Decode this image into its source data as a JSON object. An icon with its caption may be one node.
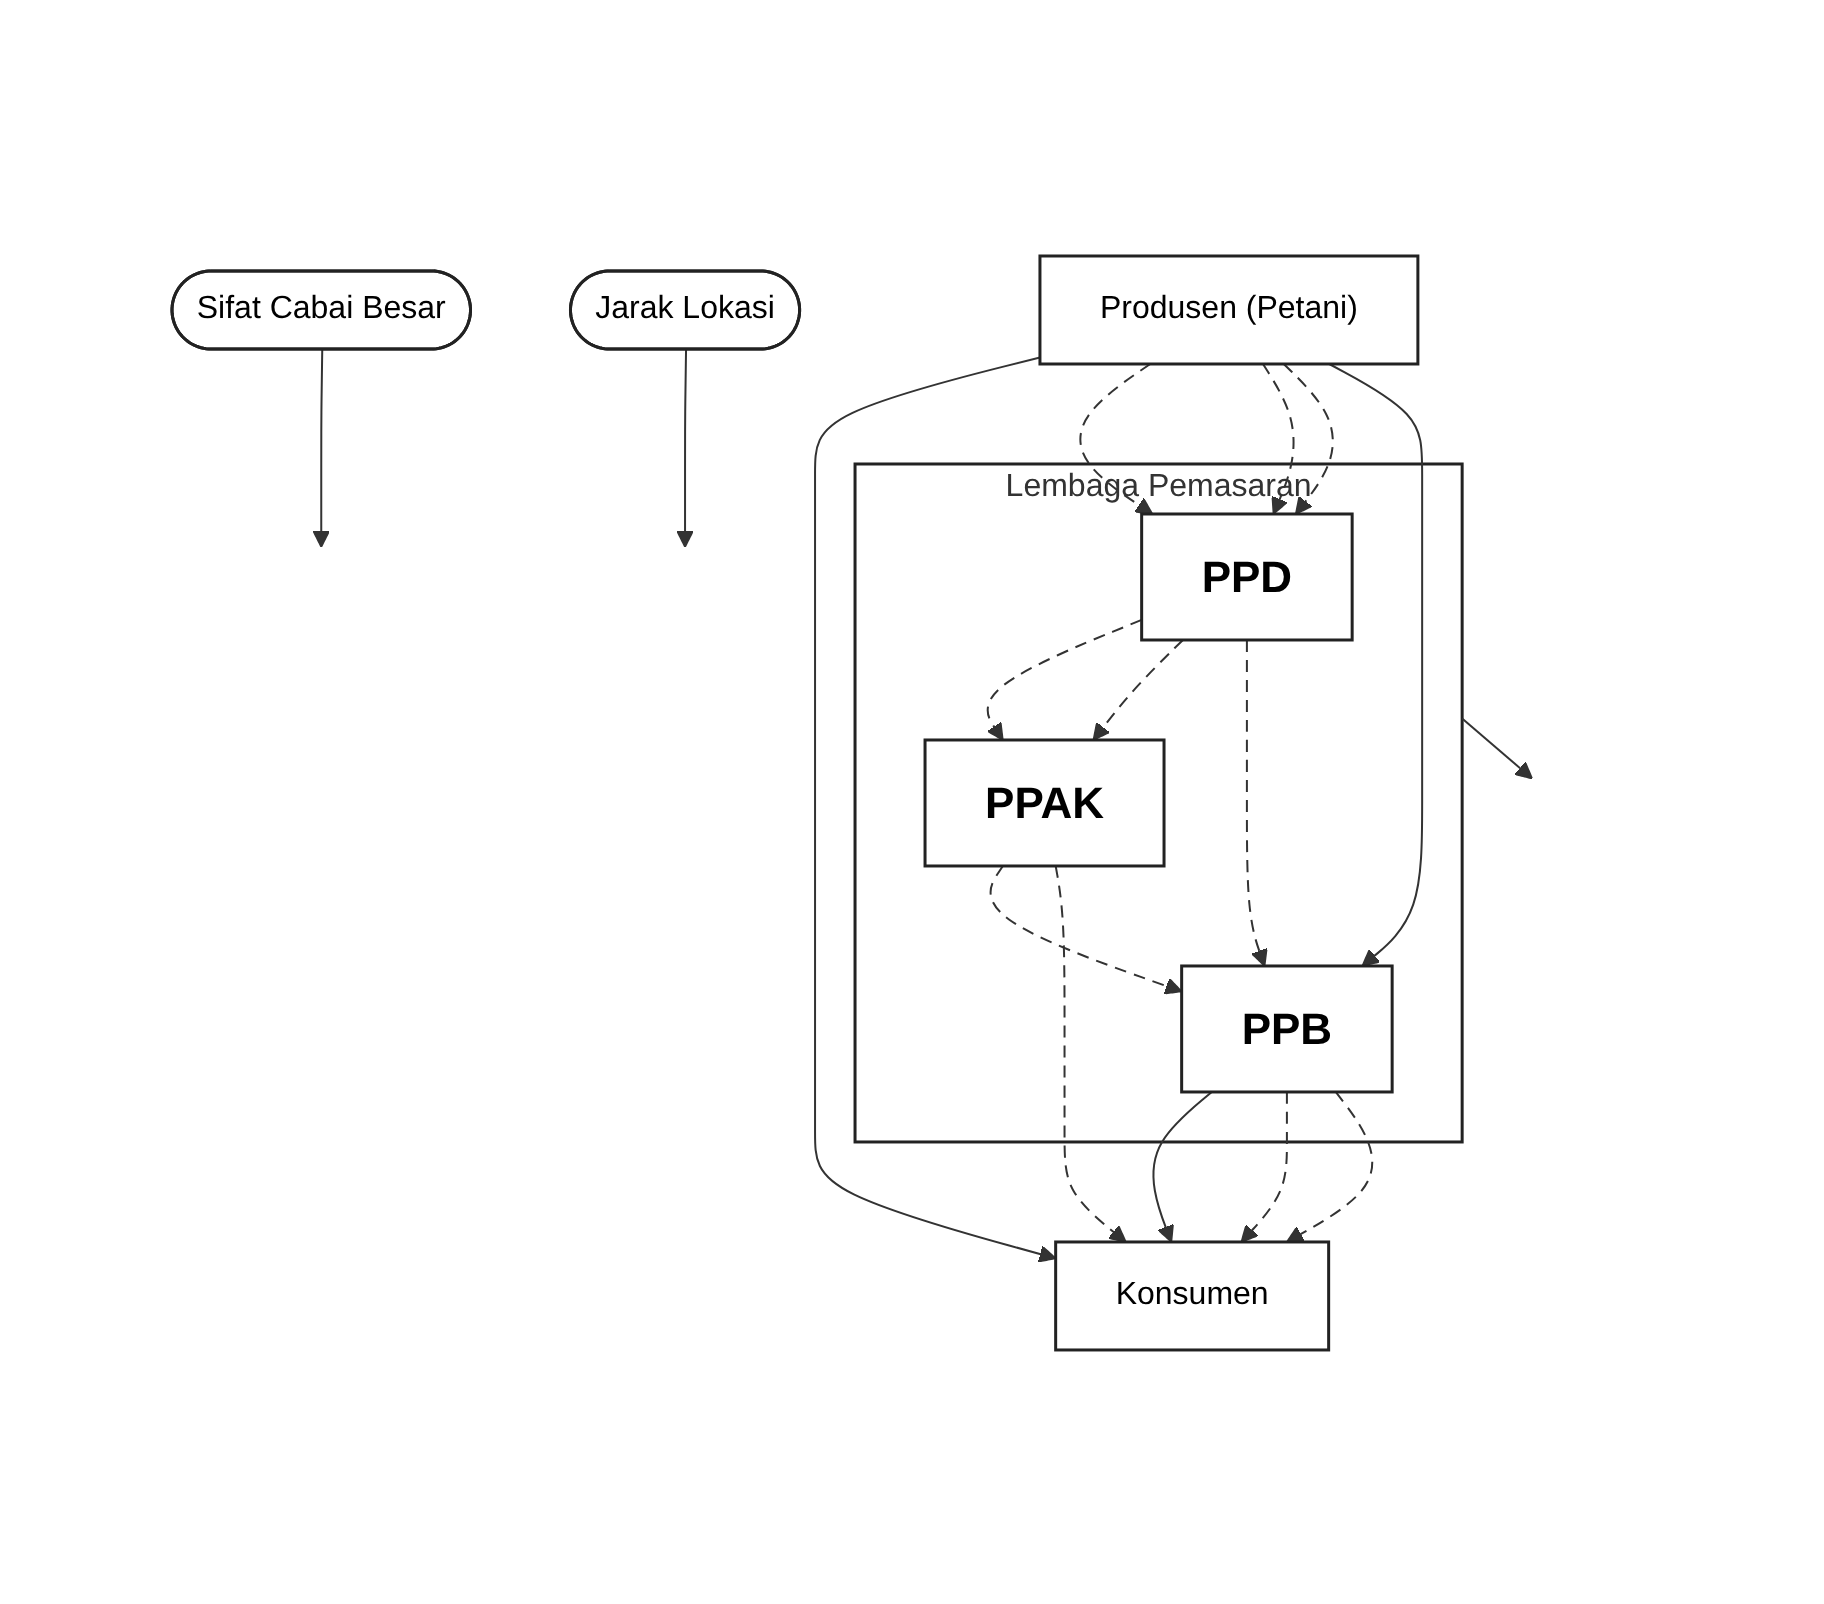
{
  "diagram": {
    "nodes": [
      {
        "text": [
          "Sifat Cabai Besar"
        ]
      },
      {
        "text": [
          "Jarak Lokasi"
        ]
      },
      {
        "text": [
          "Produsen (Petani)"
        ]
      },
      {
        "text": [
          "Konsumen"
        ]
      },
      {
        "text": [
          "Lembaga Pemasaran"
        ]
      },
      {
        "text": [
          "PPD"
        ],
        "in": 4
      },
      {
        "text": [
          "PPAK"
        ],
        "in": 4
      },
      {
        "text": [
          "PPB"
        ],
        "in": 4
      }
    ],
    "edges": [
      {
        "from": 0,
        "to": null,
        "arrow": "to"
      },
      {
        "from": 1,
        "to": null,
        "arrow": "to"
      },
      {
        "from": 2,
        "to": 3,
        "arrow": "to"
      },
      {
        "from": 4,
        "to": null,
        "arrow": "to"
      },
      {
        "from": 2,
        "to": 5,
        "arrow": "to",
        "style": "dashed"
      },
      {
        "from": 2,
        "to": 5,
        "arrow": "to",
        "style": "dashed"
      },
      {
        "from": 2,
        "to": 5,
        "arrow": "to",
        "style": "dashed"
      },
      {
        "from": 5,
        "to": 6,
        "arrow": "to",
        "style": "dashed"
      },
      {
        "from": 5,
        "to": 6,
        "arrow": "to",
        "style": "dashed"
      },
      {
        "from": 5,
        "to": 7,
        "arrow": "to",
        "style": "dashed"
      },
      {
        "from": 6,
        "to": 7,
        "arrow": "to",
        "style": "dashed"
      },
      {
        "from": 2,
        "to": 7,
        "arrow": "to"
      },
      {
        "from": 7,
        "to": 3,
        "arrow": "to"
      },
      {
        "from": 7,
        "to": 3,
        "arrow": "to",
        "style": "dashed"
      },
      {
        "from": 7,
        "to": 3,
        "arrow": "to",
        "style": "dashed"
      },
      {
        "from": 6,
        "to": 3,
        "arrow": "to",
        "style": "dashed"
      }
    ]
  }
}
